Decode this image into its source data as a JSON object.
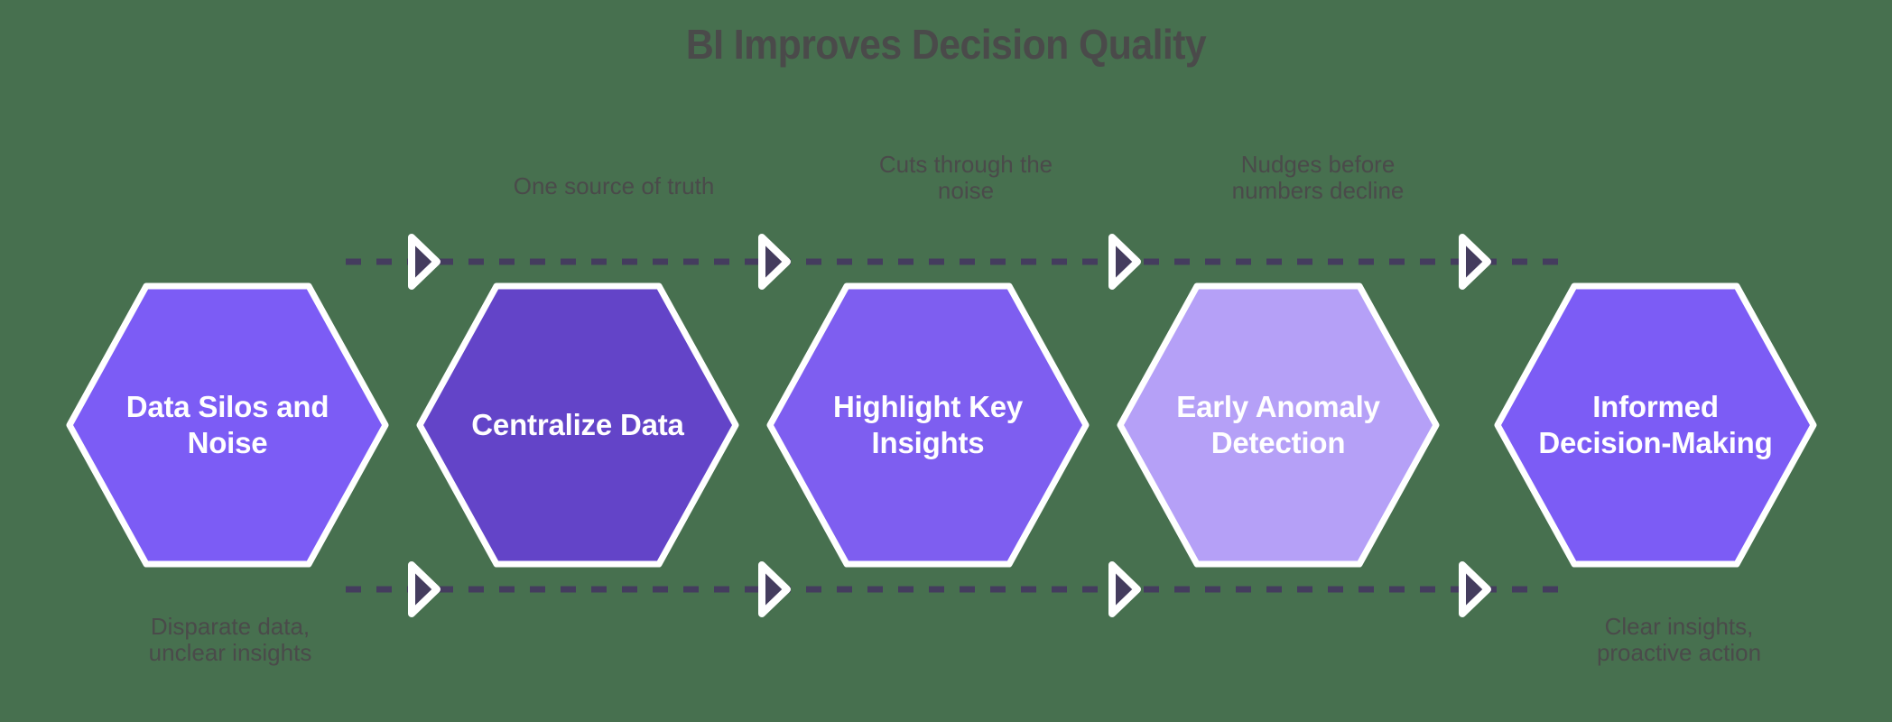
{
  "title": "BI Improves Decision Quality",
  "colors": {
    "background": "#47704f",
    "title_text": "#4a4a4a",
    "caption_text": "#4a4a4a",
    "node_text": "#ffffff",
    "node_border": "#ffffff",
    "connector_line": "#443c5e",
    "arrow_fill": "#443c5e",
    "arrow_outline": "#ffffff"
  },
  "nodes": [
    {
      "label": "Data Silos and Noise",
      "fill": "#7c5cf5"
    },
    {
      "label": "Centralize Data",
      "fill": "#6344c8"
    },
    {
      "label": "Highlight Key Insights",
      "fill": "#7e5ef0"
    },
    {
      "label": "Early Anomaly Detection",
      "fill": "#b5a0f7"
    },
    {
      "label": "Informed Decision-Making",
      "fill": "#7c5cf5"
    }
  ],
  "top_captions": [
    {
      "text": "One source of truth"
    },
    {
      "text": "Cuts through the\nnoise"
    },
    {
      "text": "Nudges before\nnumbers decline"
    }
  ],
  "bottom_captions": [
    {
      "text": "Disparate data,\nunclear insights"
    },
    {
      "text": "Clear insights,\nproactive action"
    }
  ]
}
